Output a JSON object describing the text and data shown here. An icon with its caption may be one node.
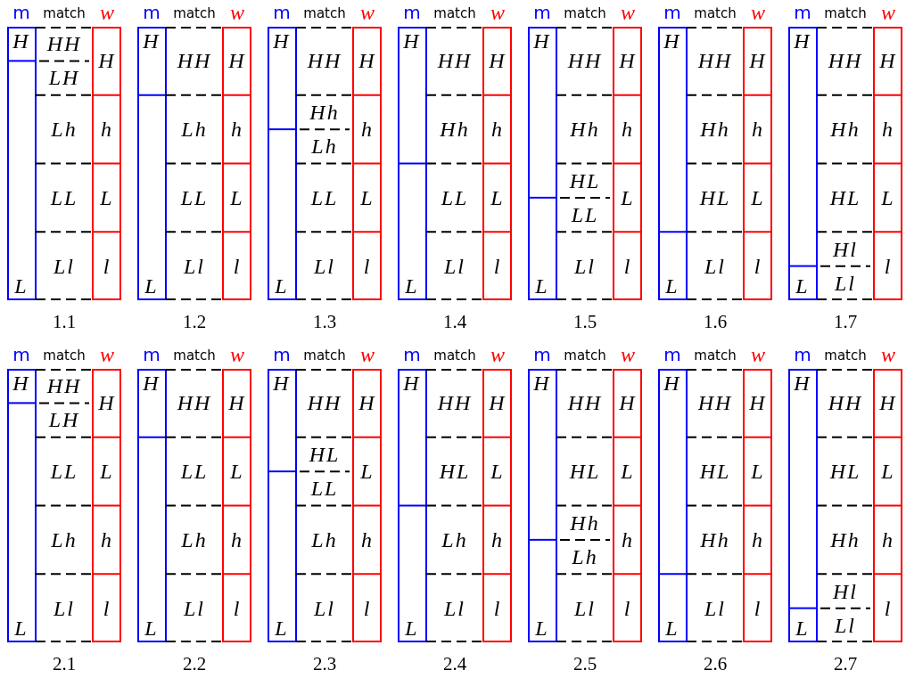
{
  "diagram": {
    "labels": [
      "m",
      "match",
      "w",
      "H",
      "HH",
      "LH",
      "H",
      "Lh",
      "h",
      "LL",
      "L",
      "Ll",
      "l",
      "L",
      "1.1",
      "m",
      "match",
      "w",
      "H",
      "HH",
      "H",
      "Lh",
      "h",
      "LL",
      "L",
      "Ll",
      "l",
      "L",
      "1.2",
      "m",
      "match",
      "w",
      "H",
      "HH",
      "H",
      "Hh",
      "Lh",
      "h",
      "LL",
      "L",
      "Ll",
      "l",
      "L",
      "1.3",
      "m",
      "match",
      "w",
      "H",
      "HH",
      "H",
      "Hh",
      "h",
      "LL",
      "L",
      "Ll",
      "l",
      "L",
      "1.4",
      "m",
      "match",
      "w",
      "H",
      "HH",
      "H",
      "Hh",
      "h",
      "HL",
      "LL",
      "L",
      "Ll",
      "l",
      "L",
      "1.5",
      "m",
      "match",
      "w",
      "H",
      "HH",
      "H",
      "Hh",
      "h",
      "HL",
      "L",
      "Ll",
      "l",
      "L",
      "1.6",
      "m",
      "match",
      "w",
      "H",
      "HH",
      "H",
      "Hh",
      "h",
      "HL",
      "L",
      "Hl",
      "Ll",
      "l",
      "L",
      "1.7",
      "m",
      "match",
      "w",
      "H",
      "HH",
      "LH",
      "H",
      "LL",
      "L",
      "Lh",
      "h",
      "Ll",
      "l",
      "L",
      "2.1",
      "m",
      "match",
      "w",
      "H",
      "HH",
      "H",
      "LL",
      "L",
      "Lh",
      "h",
      "Ll",
      "l",
      "L",
      "2.2",
      "m",
      "match",
      "w",
      "H",
      "HH",
      "H",
      "HL",
      "LL",
      "L",
      "Lh",
      "h",
      "Ll",
      "l",
      "L",
      "2.3",
      "m",
      "match",
      "w",
      "H",
      "HH",
      "H",
      "HL",
      "L",
      "Lh",
      "h",
      "Ll",
      "l",
      "L",
      "2.4",
      "m",
      "match",
      "w",
      "H",
      "HH",
      "H",
      "HL",
      "L",
      "Hh",
      "Lh",
      "h",
      "Ll",
      "l",
      "L",
      "2.5",
      "m",
      "match",
      "w",
      "H",
      "HH",
      "H",
      "HL",
      "L",
      "Hh",
      "h",
      "Ll",
      "l",
      "L",
      "2.6",
      "m",
      "match",
      "w",
      "H",
      "HH",
      "H",
      "HL",
      "L",
      "Hh",
      "h",
      "Hl",
      "Ll",
      "l",
      "L",
      "2.7"
    ]
  }
}
